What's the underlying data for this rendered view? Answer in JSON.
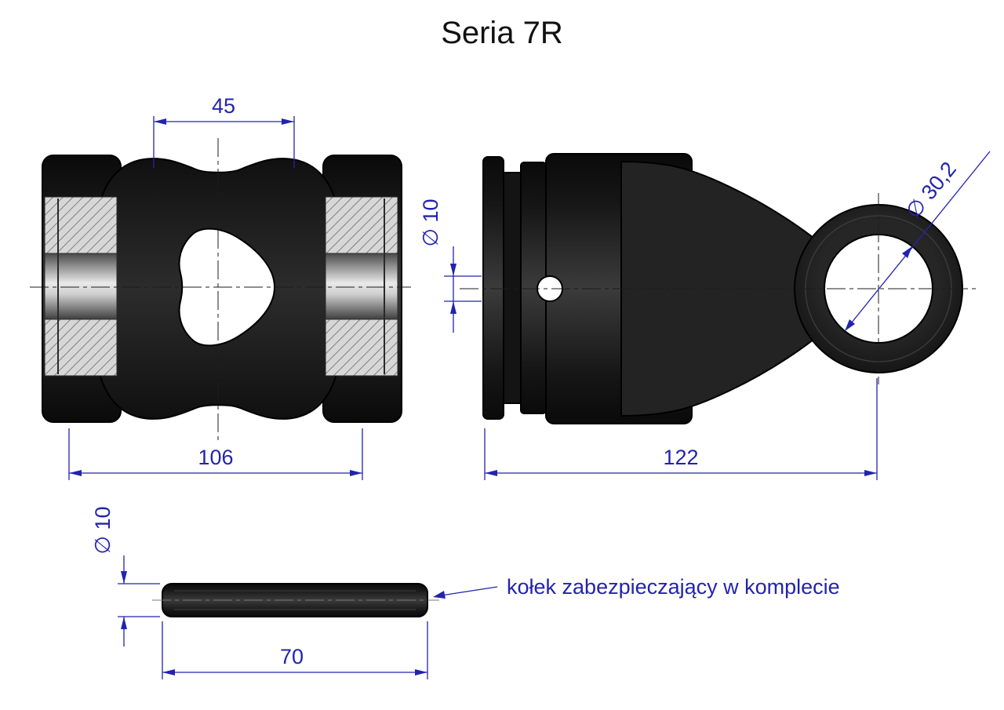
{
  "title": "Seria 7R",
  "colors": {
    "dimension_blue": "#2323AE",
    "part_black": "#151515",
    "hatch_gray": "#d7d7d7",
    "background": "#ffffff"
  },
  "front_view": {
    "dims": {
      "inner_width": "45",
      "overall_width": "106"
    }
  },
  "side_view": {
    "dims": {
      "pin_hole_diameter": "∅ 10",
      "bore_diameter": "∅ 30,2",
      "overall_length": "122"
    }
  },
  "pin_view": {
    "dims": {
      "diameter": "∅ 10",
      "length": "70"
    },
    "note": "kołek zabezpieczający w komplecie"
  }
}
